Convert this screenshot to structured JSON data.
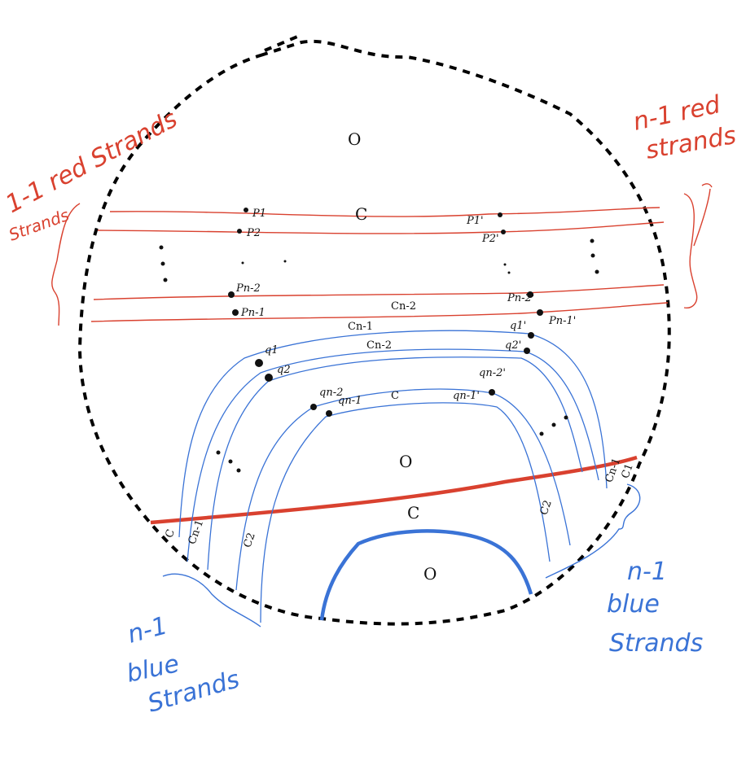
{
  "annotations": {
    "red_left_line1": "1-1 red Strands",
    "red_left_line2": "Strands",
    "red_right_line1": "n-1 red",
    "red_right_line2": "strands",
    "blue_left_line1": "n-1",
    "blue_left_line2": "blue",
    "blue_left_line3": "Strands",
    "blue_right_line1": "n-1",
    "blue_right_line2": "blue",
    "blue_right_line3": "Strands"
  },
  "regions": {
    "top": "O",
    "c_top": "C",
    "c_n2": "Cn-2",
    "c_n1": "Cn-1",
    "c_n2_blue": "Cn-2",
    "c_inner": "C",
    "o_middle": "O",
    "c_lower": "C",
    "o_bottom": "O",
    "c2_right": "C2",
    "cn1_right": "Cn-1",
    "c1_right": "C1",
    "c1_left": "C",
    "cn1_left": "Cn-1",
    "c2_left": "C2"
  },
  "points": {
    "p1": "P1",
    "p2": "P2",
    "pn2": "Pn-2",
    "pn1": "Pn-1",
    "p1p": "P1'",
    "p2p": "P2'",
    "pn2p": "Pn-2'",
    "pn1p": "Pn-1'",
    "q1": "q1",
    "q2": "q2",
    "qn2": "qn-2",
    "qn1": "qn-1",
    "q1p": "q1'",
    "q2p": "q2'",
    "qn2p": "qn-2'",
    "qn1p": "qn-1'"
  },
  "colors": {
    "red": "#d9412f",
    "blue": "#3a73d6",
    "boundary": "#000000"
  }
}
